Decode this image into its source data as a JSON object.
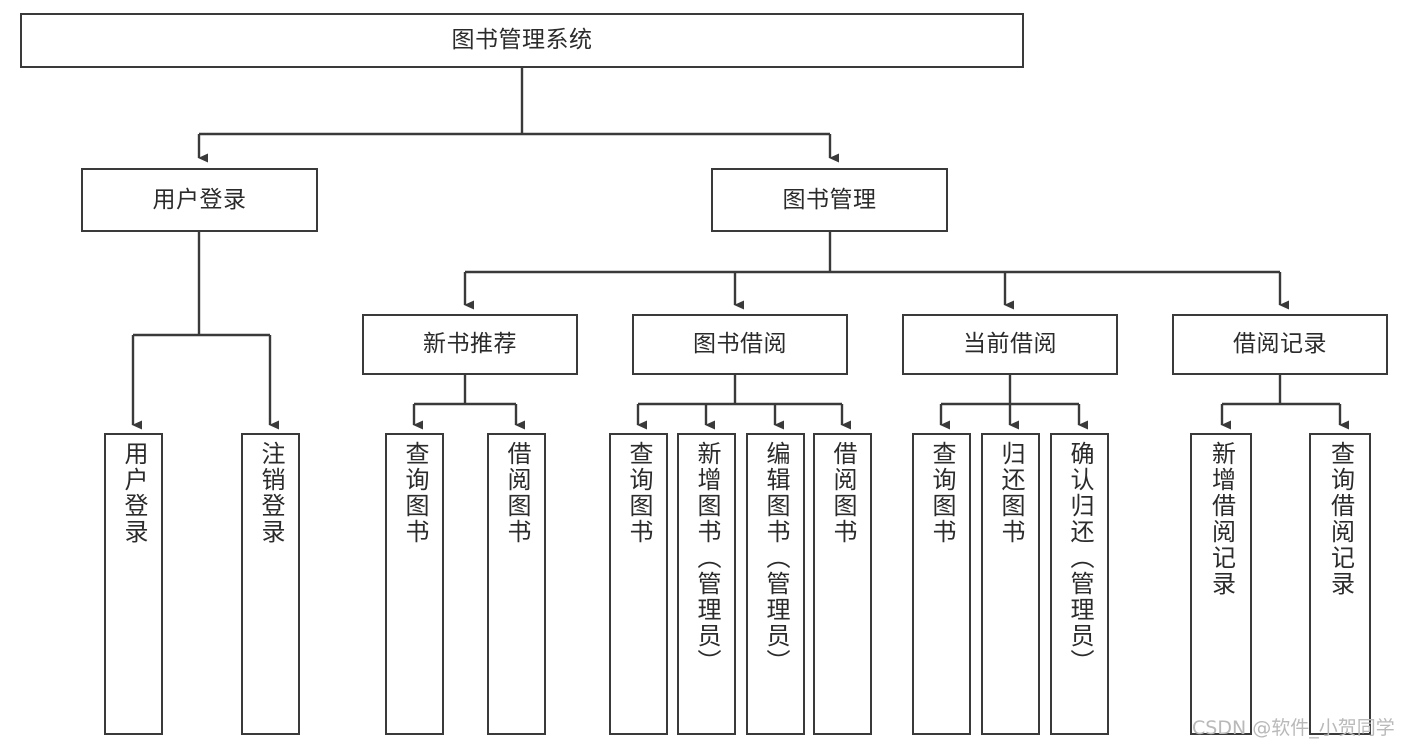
{
  "diagram": {
    "type": "tree",
    "title": "图书管理系统",
    "orientation": "top-down",
    "colors": {
      "box_border": "#3a3a3a",
      "box_fill": "#ffffff",
      "connector": "#3a3a3a",
      "text": "#2b2b2b",
      "watermark": "#b9b9b9",
      "background": "#ffffff"
    },
    "root": {
      "id": "root",
      "label": "图书管理系统"
    },
    "level1": [
      {
        "id": "user-login",
        "label": "用户登录"
      },
      {
        "id": "book-manage",
        "label": "图书管理"
      }
    ],
    "level2": [
      {
        "id": "new-book-recommend",
        "label": "新书推荐",
        "parent": "book-manage"
      },
      {
        "id": "book-borrow",
        "label": "图书借阅",
        "parent": "book-manage"
      },
      {
        "id": "current-borrow",
        "label": "当前借阅",
        "parent": "book-manage"
      },
      {
        "id": "borrow-record",
        "label": "借阅记录",
        "parent": "book-manage"
      }
    ],
    "leaves": {
      "user-login": [
        {
          "id": "leaf-user-login",
          "label": "用户登录"
        },
        {
          "id": "leaf-user-logout",
          "label": "注销登录"
        }
      ],
      "new-book-recommend": [
        {
          "id": "leaf-query-book-1",
          "label": "查询图书"
        },
        {
          "id": "leaf-borrow-book-1",
          "label": "借阅图书"
        }
      ],
      "book-borrow": [
        {
          "id": "leaf-query-book-2",
          "label": "查询图书"
        },
        {
          "id": "leaf-add-book",
          "label": "新增图书（管理员）"
        },
        {
          "id": "leaf-edit-book",
          "label": "编辑图书（管理员）"
        },
        {
          "id": "leaf-borrow-book-2",
          "label": "借阅图书"
        }
      ],
      "current-borrow": [
        {
          "id": "leaf-query-book-3",
          "label": "查询图书"
        },
        {
          "id": "leaf-return-book",
          "label": "归还图书"
        },
        {
          "id": "leaf-confirm-return",
          "label": "确认归还（管理员）"
        }
      ],
      "borrow-record": [
        {
          "id": "leaf-add-record",
          "label": "新增借阅记录"
        },
        {
          "id": "leaf-query-record",
          "label": "查询借阅记录"
        }
      ]
    }
  },
  "watermark": {
    "text": "CSDN @软件_小贺同学"
  }
}
